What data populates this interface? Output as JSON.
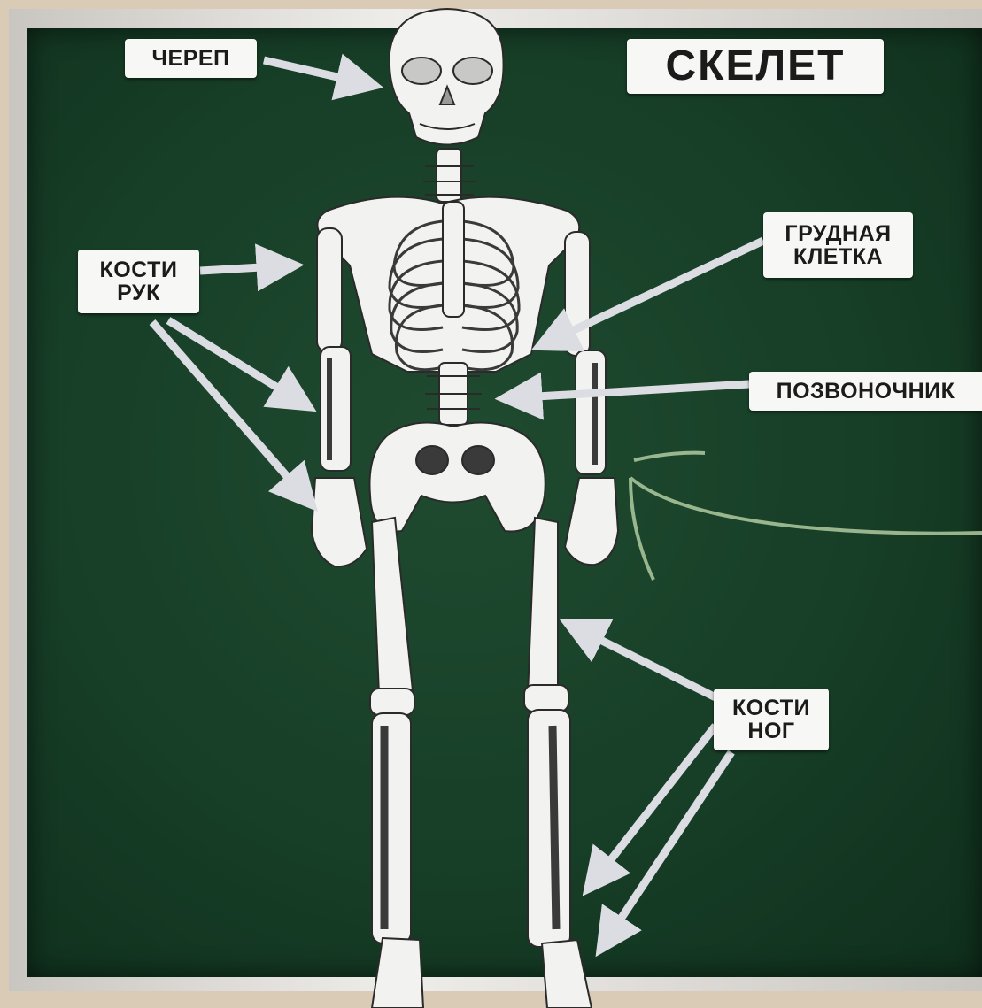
{
  "poster": {
    "title": "СКЕЛЕТ",
    "labels": {
      "skull": "ЧЕРЕП",
      "arm_bones": [
        "КОСТИ",
        "РУК"
      ],
      "rib_cage": [
        "ГРУДНАЯ",
        "КЛЕТКА"
      ],
      "spine": "ПОЗВОНОЧНИК",
      "leg_bones": [
        "КОСТИ",
        "НОГ"
      ]
    }
  },
  "colors": {
    "board": "#173e27",
    "bone": "#f2f2f0",
    "bone_shadow": "#3a3a3a",
    "label_bg": "#f7f7f5",
    "arrow": "#dcdde2",
    "chalk": "#b9d3a8"
  }
}
